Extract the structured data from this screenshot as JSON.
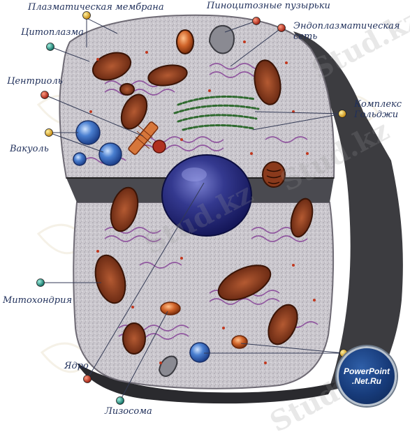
{
  "labels": {
    "plasma_membrane": "Плазматическая мембрана",
    "pinocytic_vesicles": "Пиноцитозные пузырьки",
    "er_line1": "Эндоплазматическая",
    "er_line2": "сеть",
    "cytoplasm": "Цитоплазма",
    "centriole": "Центриоль",
    "golgi_line1": "Комплекс",
    "golgi_line2": "Гольджи",
    "vacuole": "Вакуоль",
    "mitochondria": "Митохондрия",
    "nucleus": "Ядро",
    "lysosome": "Лизосома"
  },
  "logo": {
    "line1": "PowerPoint",
    "line2": ".Net.Ru"
  },
  "watermarks": [
    "Stud.kz",
    "Stud.kz",
    "Stud.kz",
    "Stud.kz"
  ],
  "colors": {
    "label_text": "#1f2f5a",
    "cytoplasm": "#c9c6cc",
    "cell_side": "#3c3c40",
    "mitochondria": "#8a3a1c",
    "nucleus": "#2c2f7e",
    "er": "#8a4a9a",
    "golgi": "#2f6a2f",
    "vacuole": "#3d6fc0",
    "lysosome": "#d0642a",
    "pin_colors": [
      "#e0a020",
      "#c03020",
      "#1a8a7a"
    ]
  }
}
